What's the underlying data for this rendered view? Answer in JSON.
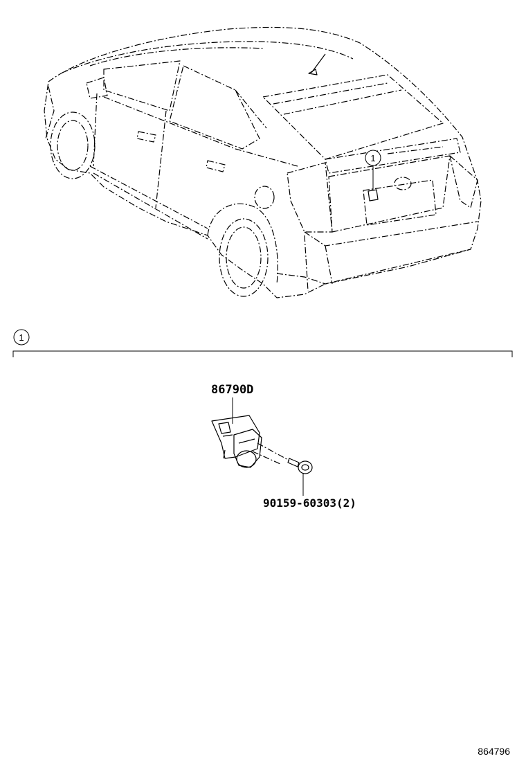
{
  "callout": {
    "number": "1"
  },
  "section": {
    "callout_number": "1"
  },
  "parts": [
    {
      "number": "86790D"
    },
    {
      "number": "90159-60303(2)"
    }
  ],
  "footer": {
    "diagram_code": "864796"
  }
}
